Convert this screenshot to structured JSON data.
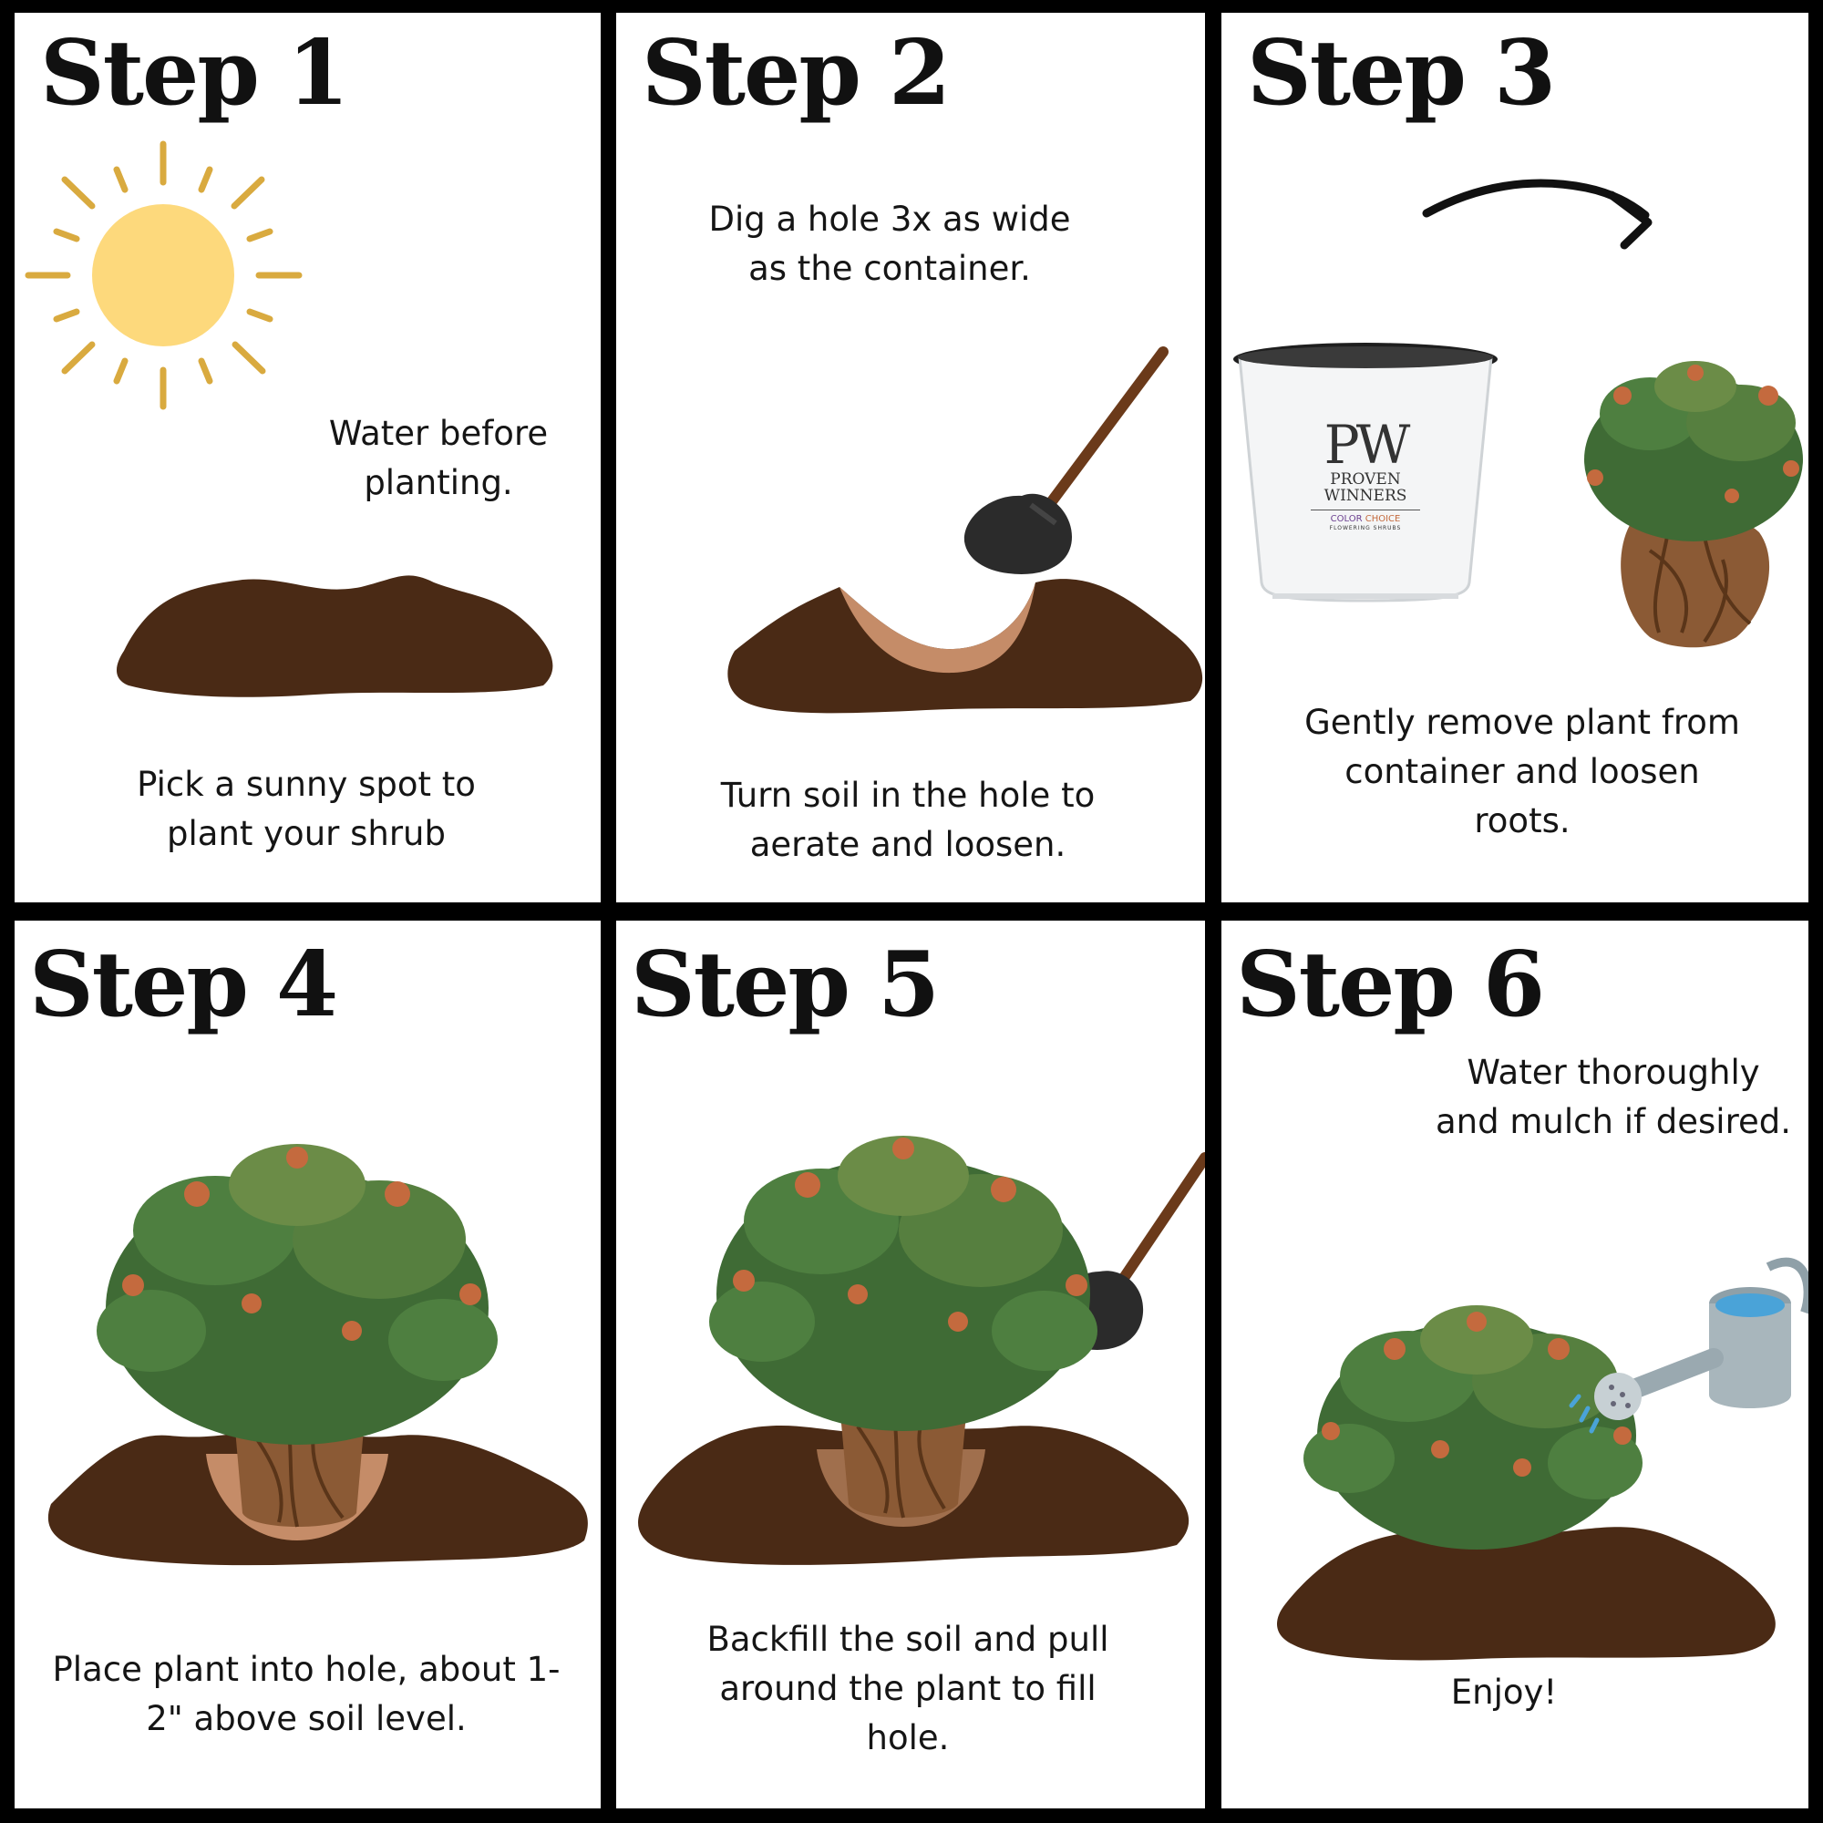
{
  "steps": [
    {
      "title": "Step 1",
      "top_text": "Water before planting.",
      "bottom_text": "Pick a sunny spot to plant your shrub"
    },
    {
      "title": "Step 2",
      "top_text": "Dig a hole 3x as wide as the container.",
      "bottom_text": "Turn soil in the hole to aerate and loosen."
    },
    {
      "title": "Step 3",
      "bottom_text": "Gently remove plant from container and loosen roots."
    },
    {
      "title": "Step 4",
      "bottom_text": "Place plant into hole, about 1-2\" above soil level."
    },
    {
      "title": "Step 5",
      "bottom_text": "Backfill the soil and pull around the plant to fill hole."
    },
    {
      "title": "Step 6",
      "top_text": "Water thoroughly and mulch if desired.",
      "bottom_text": "Enjoy!"
    }
  ],
  "pot": {
    "logo": "PW",
    "brand_line1": "PROVEN",
    "brand_line2": "WINNERS",
    "sub_a": "COLOR",
    "sub_b": "CHOICE",
    "sub_c": "FLOWERING SHRUBS"
  },
  "colors": {
    "soil": "#4a2a15",
    "hole": "#c58c68",
    "sun": "#fdd97c",
    "sun_ray": "#d9aa3f",
    "leaf": "#3f6b35",
    "leaf_new": "#c46a3e"
  },
  "icons": [
    "sun-icon",
    "shovel-icon",
    "arrow-icon",
    "watering-can-icon"
  ]
}
